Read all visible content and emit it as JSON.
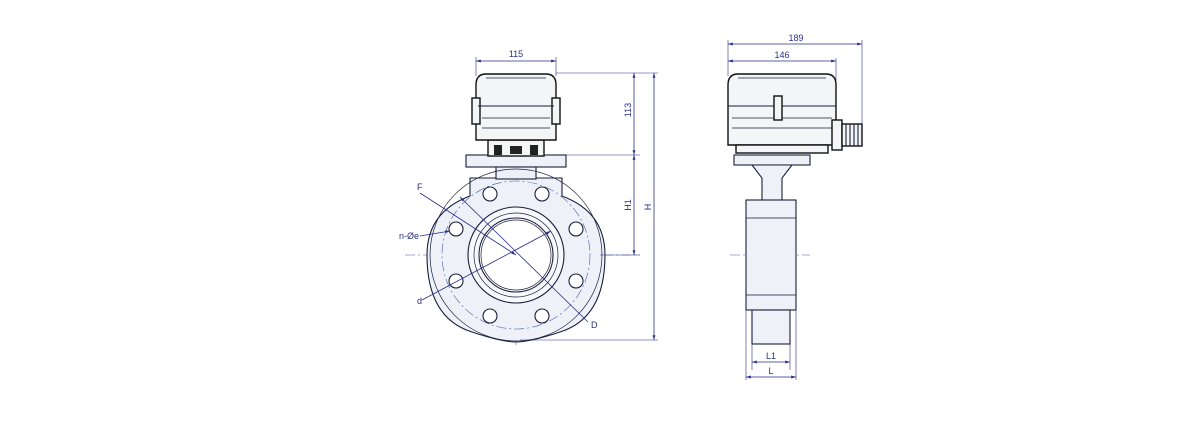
{
  "front_view": {
    "dim_width": "115",
    "dim_actuator_height": "113",
    "dim_h1": "H1",
    "dim_h": "H",
    "label_f": "F",
    "label_n_oe": "n-Øe",
    "label_d_small": "d",
    "label_d_large": "D"
  },
  "side_view": {
    "dim_total_width": "189",
    "dim_actuator_width": "146",
    "dim_l1": "L1",
    "dim_l": "L"
  },
  "colors": {
    "dimension": "#2a2f8a",
    "outline": "#1a1f3a",
    "actuator": "#111111"
  }
}
